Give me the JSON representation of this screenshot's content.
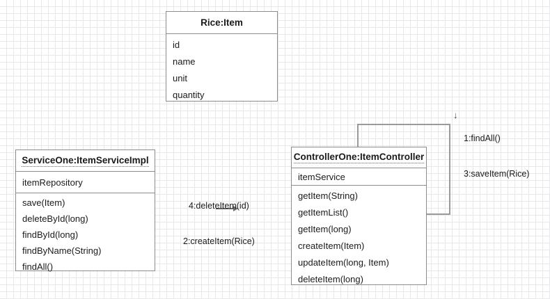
{
  "diagram": {
    "type": "uml-class-diagram",
    "background": "#ffffff",
    "grid_color": "#e8e8ea",
    "border_color": "#8c8c8c",
    "connector_color": "#9a9a9a"
  },
  "boxes": {
    "rice": {
      "title": "Rice:Item",
      "attributes": [
        "id",
        "name",
        "unit",
        "quantity"
      ],
      "methods": []
    },
    "service": {
      "title": "ServiceOne:ItemServiceImpl",
      "attributes": [
        "itemRepository"
      ],
      "methods": [
        "save(Item)",
        "deleteById(long)",
        "findById(long)",
        "findByName(String)",
        "findAll()"
      ]
    },
    "controller": {
      "title": "ControllerOne:ItemController",
      "attributes": [
        "itemService"
      ],
      "methods": [
        "getItem(String)",
        "getItemList()",
        "getItem(long)",
        "createItem(Item)",
        "updateItem(long, Item)",
        "deleteItem(long)"
      ]
    }
  },
  "labels": {
    "middle": {
      "line1": "4:deleteItem(id)",
      "line2": "2:createItem(Rice)"
    },
    "top_right": {
      "line1": "1:findAll()",
      "line2": "3:saveItem(Rice)",
      "arrow_glyph": "↓"
    }
  }
}
